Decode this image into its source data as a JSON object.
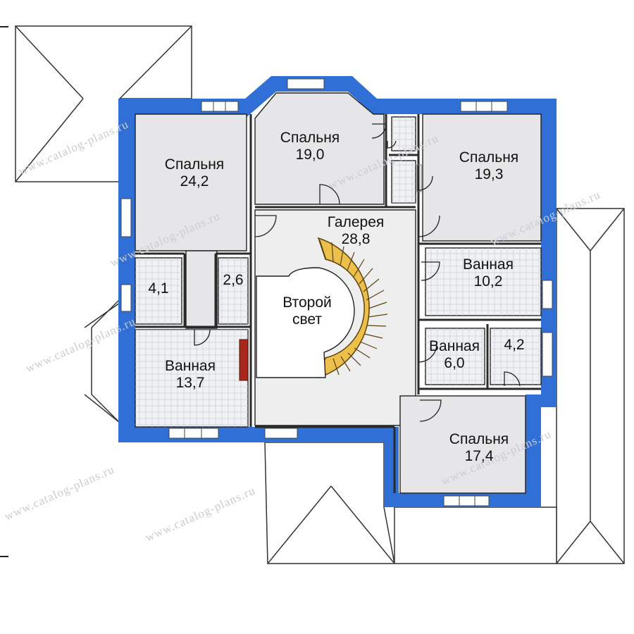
{
  "plan": {
    "colors": {
      "wall": "#2f6fd6",
      "room_fill": "#e8e8ea",
      "tile_fill": "#eef0f2",
      "stair": "#e8b93a",
      "chimney": "#a8281e",
      "roof_line": "#333333"
    },
    "rooms": [
      {
        "id": "bedroom-1",
        "name": "Спальня",
        "area": "24,2"
      },
      {
        "id": "bedroom-2",
        "name": "Спальня",
        "area": "19,0"
      },
      {
        "id": "bedroom-3",
        "name": "Спальня",
        "area": "19,3"
      },
      {
        "id": "gallery",
        "name": "Галерея",
        "area": "28,8"
      },
      {
        "id": "second-light",
        "name": "Второй",
        "area": "свет"
      },
      {
        "id": "bath-1",
        "name": "Ванная",
        "area": "10,2"
      },
      {
        "id": "bath-2",
        "name": "Ванная",
        "area": "6,0"
      },
      {
        "id": "bath-3",
        "name": "Ванная",
        "area": "13,7"
      },
      {
        "id": "bedroom-4",
        "name": "Спальня",
        "area": "17,4"
      },
      {
        "id": "closet-1",
        "name": "",
        "area": "4,1"
      },
      {
        "id": "closet-2",
        "name": "",
        "area": "2,6"
      },
      {
        "id": "closet-3",
        "name": "",
        "area": "4,2"
      }
    ],
    "watermark": "www.catalog-plans.ru"
  }
}
